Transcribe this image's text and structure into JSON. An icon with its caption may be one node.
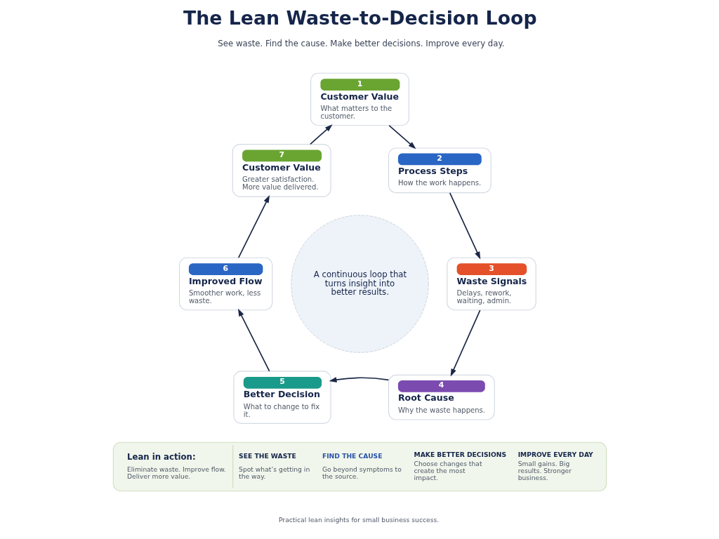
{
  "diagram": {
    "title": "The Lean Waste-to-Decision Loop",
    "nodes": [
      {
        "text": [
          "1",
          "Customer Value",
          "What matters to the customer."
        ]
      },
      {
        "text": [
          "2",
          "Process Steps",
          "How the work happens."
        ]
      },
      {
        "text": [
          "3",
          "Waste Signals",
          "Delays, rework, waiting, admin."
        ]
      },
      {
        "text": [
          "4",
          "Root Cause",
          "Why the waste happens."
        ]
      },
      {
        "text": [
          "5",
          "Better Decision",
          "What to change to fix it."
        ]
      },
      {
        "text": [
          "6",
          "Improved Flow",
          "Smoother work, less waste."
        ]
      },
      {
        "text": [
          "7",
          "Customer Value",
          "Greater satisfaction. More value delivered."
        ]
      },
      {
        "text": [
          "A continuous loop that turns insight into better results."
        ]
      },
      {
        "text": [
          "Lean in action:",
          "Eliminate waste. Improve flow. Deliver more value.",
          "SEE THE WASTE",
          "Spot what’s getting in the way.",
          "FIND THE CAUSE",
          "Go beyond symptoms to the source.",
          "MAKE BETTER DECISIONS",
          "Choose changes that create the most impact.",
          "IMPROVE EVERY DAY",
          "Small gains. Big results. Stronger business."
        ]
      }
    ],
    "edges": [
      {
        "from": 0,
        "to": 1,
        "arrow": "to"
      },
      {
        "from": 1,
        "to": 2,
        "arrow": "to"
      },
      {
        "from": 2,
        "to": 3,
        "arrow": "to"
      },
      {
        "from": 3,
        "to": 4,
        "arrow": "to"
      },
      {
        "from": 4,
        "to": 5,
        "arrow": "to"
      },
      {
        "from": 5,
        "to": 6,
        "arrow": "to"
      },
      {
        "from": 6,
        "to": 0,
        "arrow": "to"
      }
    ],
    "labels": [
      "See waste. Find the cause. Make better decisions. Improve every day.",
      "Practical lean insights for small business success."
    ]
  }
}
